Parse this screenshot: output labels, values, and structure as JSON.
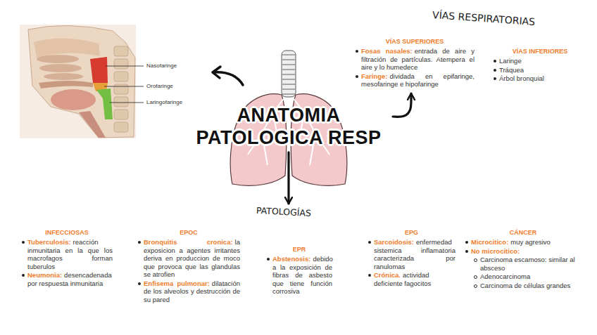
{
  "diagram": {
    "nodes": [
      {
        "text": [
          "ANATOMIA PATOLOGICA RESP"
        ]
      },
      {
        "text": [
          "VÍAS RESPIRATORIAS"
        ]
      },
      {
        "text": [
          "VÍAS SUPERIORES",
          "Fosas nasales:",
          "entrada de aire y filtración de partículas. Atempera el aire y lo humedece",
          "Faringe:",
          "dividada en epifaringe, mesofaringe e hipofaringe"
        ],
        "in": 1
      },
      {
        "text": [
          "VÍAS INFERIORES",
          "Laringe",
          "Tráquea",
          "Árbol bronquial"
        ],
        "in": 1
      },
      {
        "text": [
          "PATOLOGÍAS"
        ]
      },
      {
        "text": [
          "INFECCIOSAS",
          "Tuberculosis:",
          "reacción inmunitaria en la que los macrofagos forman tuberulos",
          "Neumonia:",
          "desencadenada por respuesta inmunitaria"
        ],
        "in": 4
      },
      {
        "text": [
          "EPOC",
          "Bronquitis cronica:",
          "la exposicion a agentes irritantes deriva en produccion de moco que provoca que las glandulas se atrofien",
          "Enfisema pulmonar:",
          "dilatación de los alveolos y destrucción de su pared"
        ],
        "in": 4
      },
      {
        "text": [
          "EPR",
          "Abstenosis:",
          "debido a la exposición de fibras de asbesto que tiene función corrosiva"
        ],
        "in": 4
      },
      {
        "text": [
          "EPG",
          "Sarcoidosis:",
          "enfermedad sistemica inflamatoria caracterizada por ranulomas",
          "Crónica.",
          "actividad deficiente fagocitos"
        ],
        "in": 4
      },
      {
        "text": [
          "CÁNCER",
          "Microcitico:",
          "muy agresivo",
          "No microcitico:",
          "Carcinoma escamoso: similar al absceso",
          "Adenocarcinoma",
          "Carcinoma de células grandes"
        ],
        "in": 4
      }
    ],
    "edges": [
      {
        "from": 0,
        "to": 1,
        "arrow": "to"
      },
      {
        "from": 0,
        "to": 4,
        "arrow": "to"
      }
    ],
    "labels": [
      "Nasofaringe",
      "Orofaringe",
      "Laringofaringe"
    ]
  }
}
